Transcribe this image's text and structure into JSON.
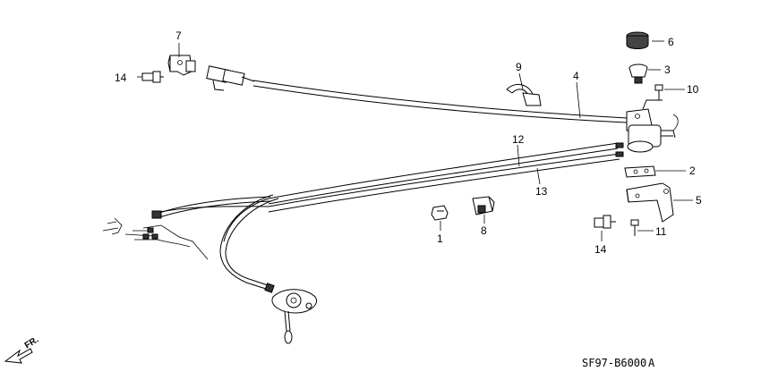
{
  "diagram": {
    "callouts": [
      {
        "id": "c1",
        "label": "1"
      },
      {
        "id": "c2",
        "label": "2"
      },
      {
        "id": "c3",
        "label": "3"
      },
      {
        "id": "c4",
        "label": "4"
      },
      {
        "id": "c5",
        "label": "5"
      },
      {
        "id": "c6",
        "label": "6"
      },
      {
        "id": "c7",
        "label": "7"
      },
      {
        "id": "c8",
        "label": "8"
      },
      {
        "id": "c9",
        "label": "9"
      },
      {
        "id": "c10",
        "label": "10"
      },
      {
        "id": "c11",
        "label": "11"
      },
      {
        "id": "c12",
        "label": "12"
      },
      {
        "id": "c13",
        "label": "13"
      },
      {
        "id": "c14a",
        "label": "14"
      },
      {
        "id": "c14b",
        "label": "14"
      }
    ],
    "direction_label": "FR.",
    "drawing_code": "SF97-B6000",
    "drawing_suffix": "A"
  }
}
